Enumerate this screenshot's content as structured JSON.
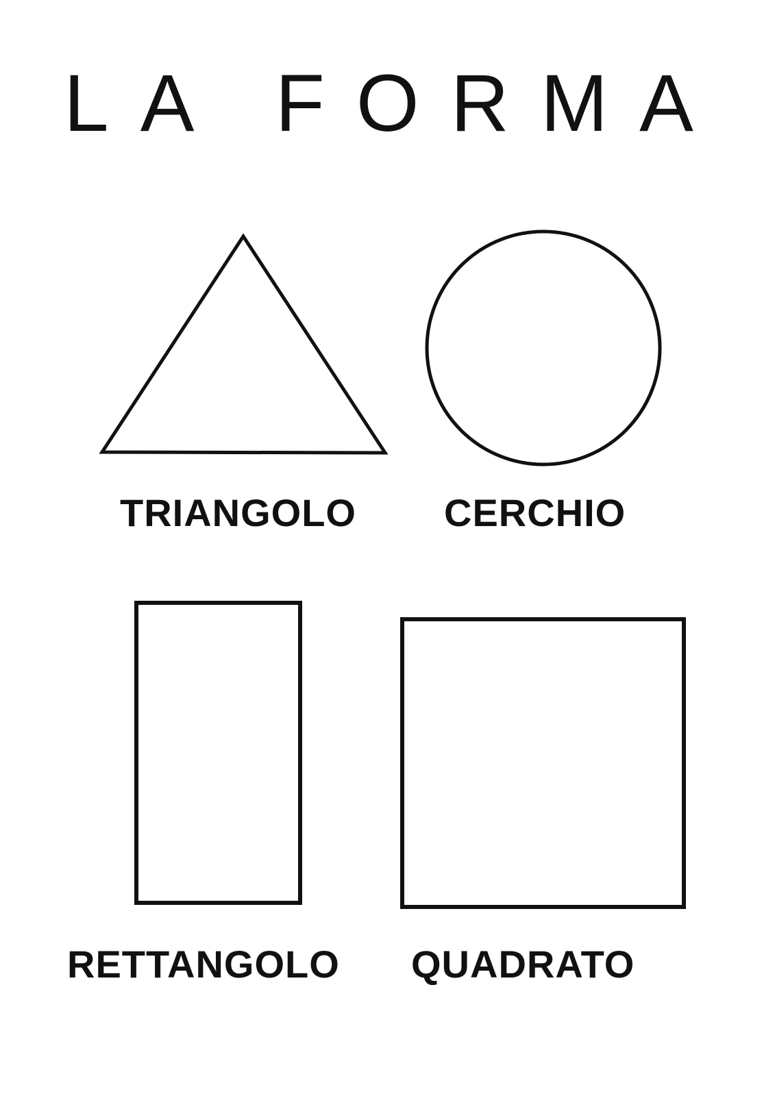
{
  "page": {
    "title": "LA FORMA"
  },
  "shapes": {
    "triangle": {
      "label": "TRIANGOLO"
    },
    "circle": {
      "label": "CERCHIO"
    },
    "rectangle": {
      "label": "RETTANGOLO"
    },
    "square": {
      "label": "QUADRATO"
    }
  },
  "colors": {
    "ink": "#111111",
    "background": "#ffffff"
  }
}
